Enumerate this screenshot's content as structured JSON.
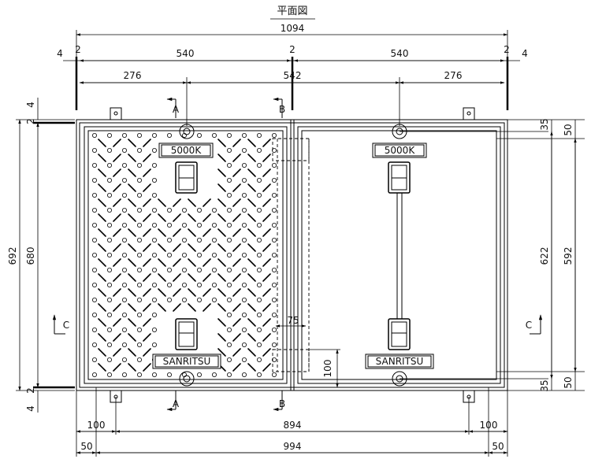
{
  "title": "平面図",
  "dims": {
    "overall_top": "1094",
    "top_left_half": "540",
    "top_right_half": "540",
    "gap_left": "4",
    "gap_left_2": "2",
    "gap_mid": "2",
    "gap_right_2": "2",
    "gap_right": "4",
    "sub_left": "276",
    "sub_mid": "542",
    "sub_right": "276",
    "left_outer": "692",
    "left_inner": "680",
    "left_top_4": "4",
    "left_top_2": "2",
    "left_bot_2": "2",
    "left_bot_4": "4",
    "right_35_top": "35",
    "right_50_top": "50",
    "right_622": "622",
    "right_592": "592",
    "right_35_bot": "35",
    "right_50_bot": "50",
    "bottom_100_left": "100",
    "bottom_894": "894",
    "bottom_100_right": "100",
    "bottom_50_left": "50",
    "bottom_994": "994",
    "bottom_50_right": "50",
    "inner_75": "75",
    "inner_100": "100"
  },
  "sections": {
    "a_top": "A",
    "b_top": "B",
    "a_bot": "A",
    "b_bot": "B",
    "c_left": "C",
    "c_right": "C"
  },
  "plates": {
    "load_left": "5000K",
    "load_right": "5000K",
    "maker_left": "SANRITSU",
    "maker_right": "SANRITSU"
  }
}
